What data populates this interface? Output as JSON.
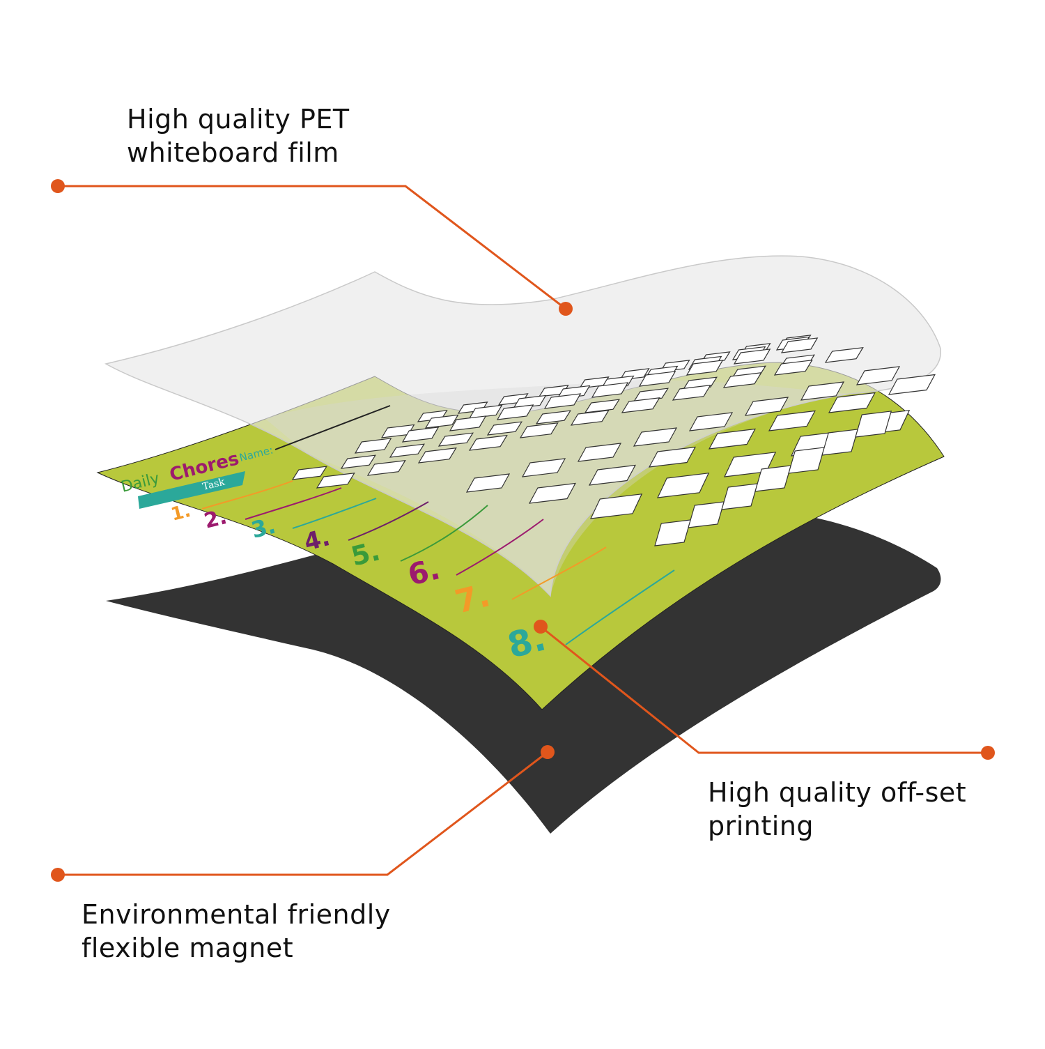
{
  "callouts": {
    "film": {
      "line1": "High quality PET",
      "line2": "whiteboard film"
    },
    "printing": {
      "line1": "High quality off-set",
      "line2": "printing"
    },
    "magnet": {
      "line1": "Environmental friendly",
      "line2": "flexible magnet"
    }
  },
  "chart_print": {
    "title_word1": "Daily",
    "title_word2": "Chores",
    "name_label": "Name:",
    "task_label": "Task",
    "rows": [
      "1.",
      "2.",
      "3.",
      "4.",
      "5.",
      "6.",
      "7.",
      "8."
    ]
  },
  "colors": {
    "accent": "#e0561c",
    "film": "#efefef",
    "magnet": "#333333",
    "print": "#b8c83c",
    "teal": "#2ba89a",
    "magenta": "#9c1a6e",
    "orange": "#f39a28",
    "green": "#3a9a3a",
    "purple": "#6e1f6a"
  }
}
